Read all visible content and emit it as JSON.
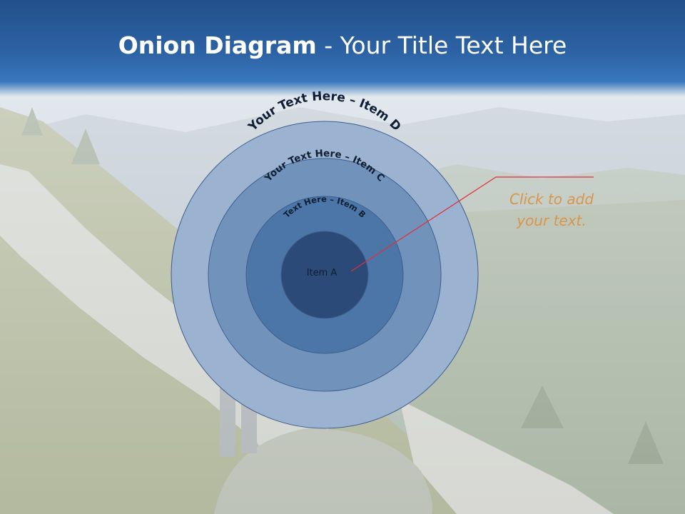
{
  "title": {
    "bold": "Onion Diagram",
    "rest": " - Your Title Text Here"
  },
  "diagram": {
    "layers": [
      {
        "label": "Your Text Here – Item D",
        "color": "#9bb3d0"
      },
      {
        "label": "Your Text Here – Item C",
        "color": "#7193bb"
      },
      {
        "label": "Text Here – Item B",
        "color": "#4c76a8"
      },
      {
        "label": "Item A",
        "color": "#2b4a77"
      }
    ],
    "outline_color": "#3e5f8c",
    "callout_line_color": "#e0303a"
  },
  "callout": {
    "line1": "Click  to add",
    "line2": "your text."
  }
}
